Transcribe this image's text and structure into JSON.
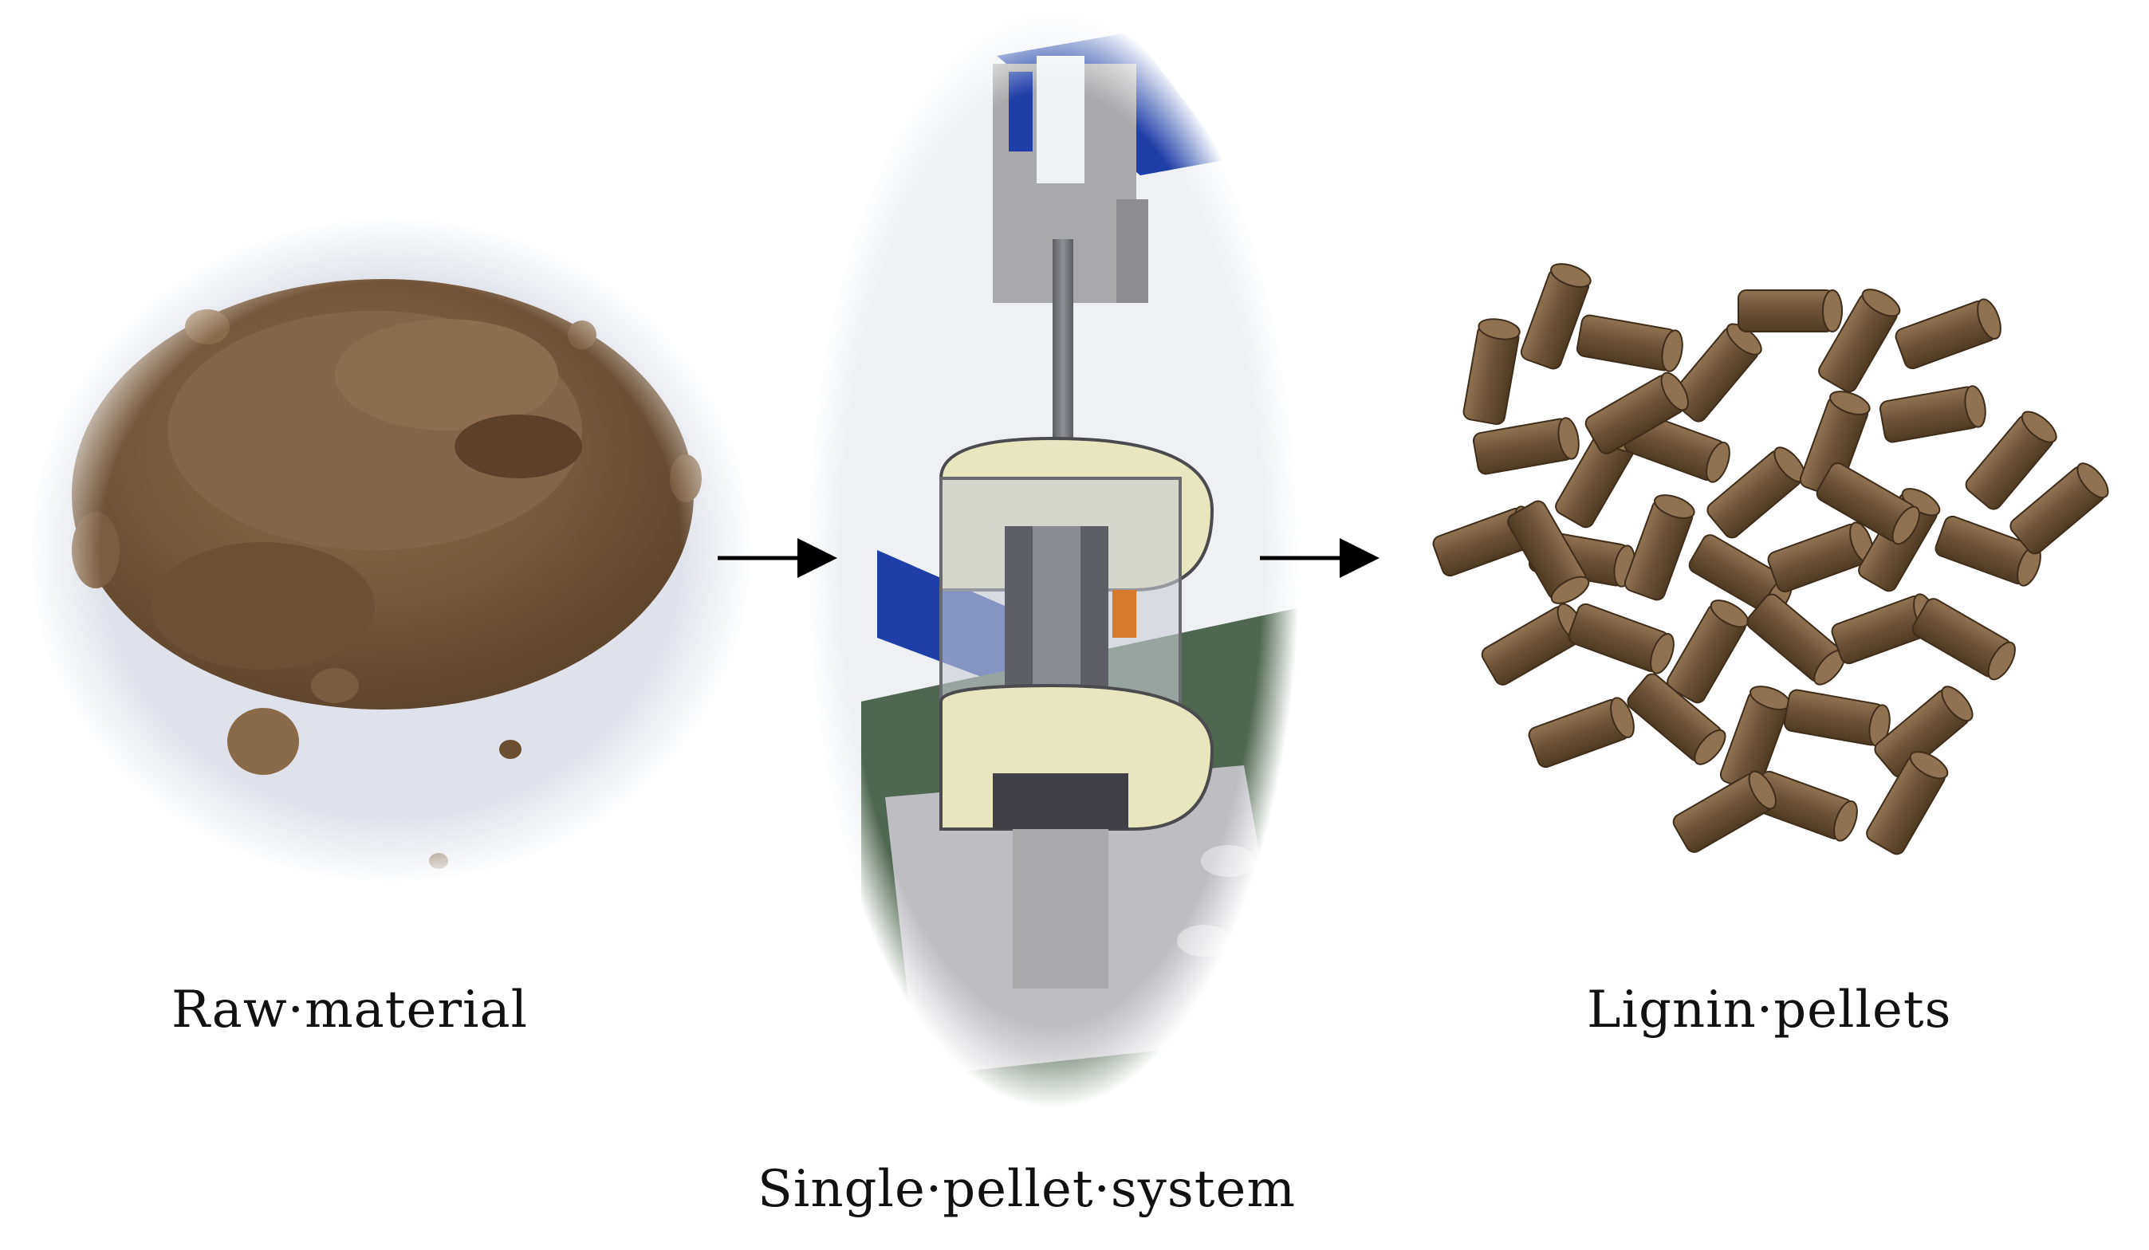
{
  "stages": [
    {
      "id": "raw",
      "label": "Raw·material"
    },
    {
      "id": "system",
      "label": "Single·pellet·system"
    },
    {
      "id": "pellets",
      "label": "Lignin·pellets"
    }
  ],
  "colors": {
    "powder": "#7a5e3f",
    "powder_dark": "#5a4128",
    "pellet": "#6b5236",
    "pellet_light": "#8f7351",
    "machine_gray": "#a9a9ab",
    "machine_dark": "#4a4a4f",
    "machine_blue": "#1f3fa8",
    "machine_cream": "#e8e6bf",
    "machine_green": "#4f6650",
    "arrow": "#000000"
  },
  "icons": [
    "arrow-right-icon",
    "arrow-right-icon"
  ]
}
